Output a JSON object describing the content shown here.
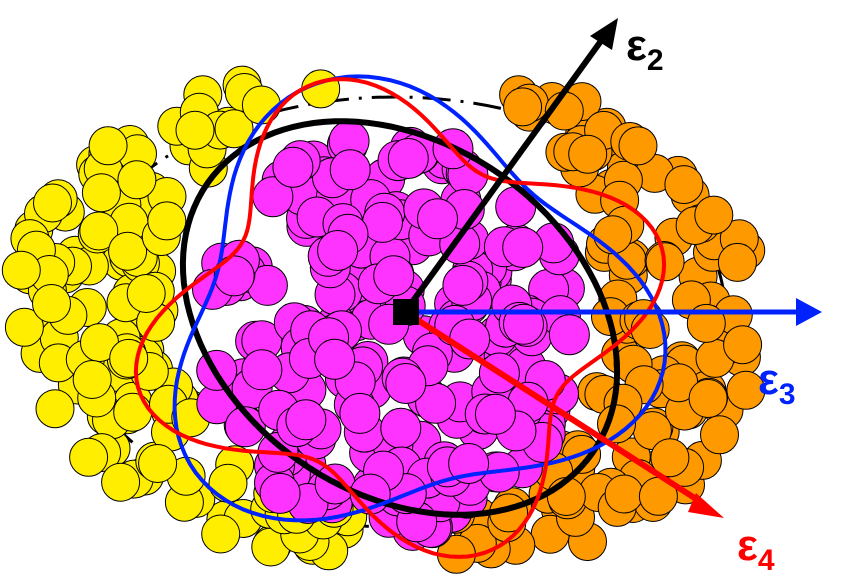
{
  "diagram": {
    "particle_groups": [
      {
        "name": "left-group",
        "fill": "#ffee00"
      },
      {
        "name": "core-group",
        "fill": "#ff33ff"
      },
      {
        "name": "right-group",
        "fill": "#ff9900"
      }
    ],
    "contours": [
      {
        "name": "black-ellipse",
        "color": "#000000"
      },
      {
        "name": "blue-triangular-contour",
        "color": "#0022ff"
      },
      {
        "name": "red-quadrangular-contour",
        "color": "#ff0000"
      }
    ],
    "dashed-boundary": {
      "color": "#000000"
    },
    "axes": [
      {
        "id": "e2",
        "base": "ε",
        "sub": "2",
        "color": "#000000"
      },
      {
        "id": "e3",
        "base": "ε",
        "sub": "3",
        "color": "#0022ff"
      },
      {
        "id": "e4",
        "base": "ε",
        "sub": "4",
        "color": "#ff0000"
      }
    ]
  }
}
